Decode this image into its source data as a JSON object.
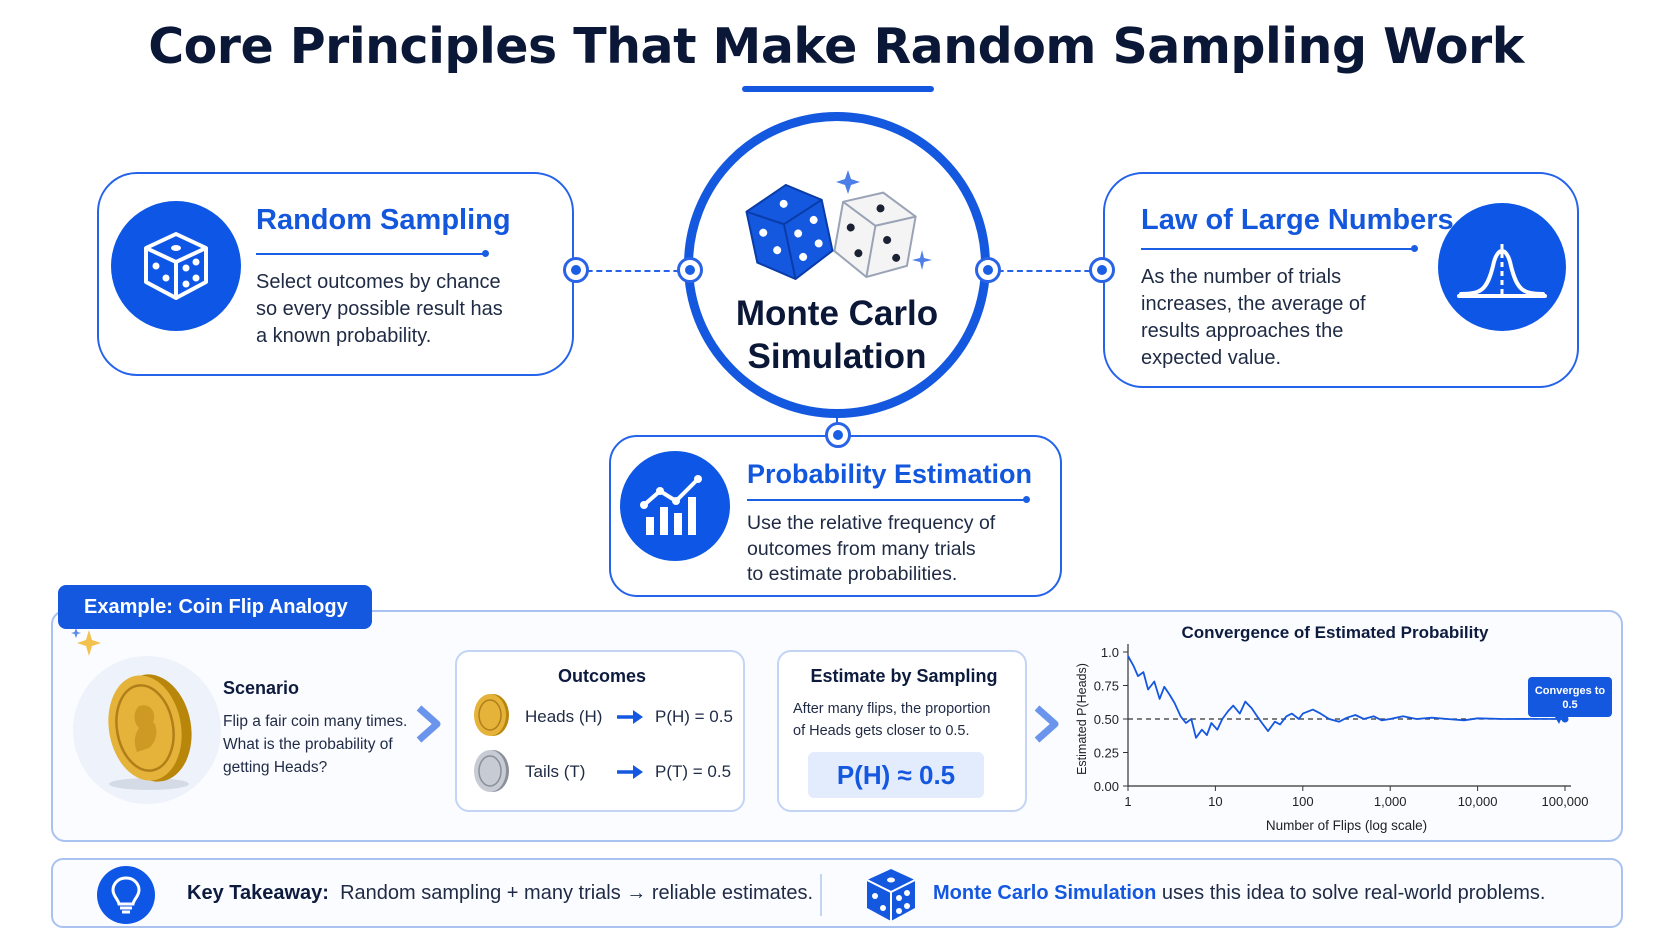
{
  "title": "Core Principles That Make Random Sampling Work",
  "center": {
    "title_line1": "Monte Carlo",
    "title_line2": "Simulation"
  },
  "random_sampling": {
    "heading": "Random Sampling",
    "lines": [
      "Select outcomes by chance",
      "so every possible result has",
      "a known probability."
    ]
  },
  "law_of_large_numbers": {
    "heading": "Law of Large Numbers",
    "lines": [
      "As the number of trials",
      "increases, the average of",
      "results approaches the",
      "expected value."
    ]
  },
  "probability_estimation": {
    "heading": "Probability Estimation",
    "lines": [
      "Use the relative frequency of",
      "outcomes from many trials",
      "to estimate probabilities."
    ]
  },
  "example": {
    "tag": "Example: Coin Flip Analogy",
    "scenario": {
      "heading": "Scenario",
      "lines": [
        "Flip a fair coin many times.",
        "What is the probability of",
        "getting Heads?"
      ]
    },
    "outcomes": {
      "heading": "Outcomes",
      "rows": [
        {
          "label": "Heads (H)",
          "result": "P(H) = 0.5"
        },
        {
          "label": "Tails (T)",
          "result": "P(T) = 0.5"
        }
      ]
    },
    "estimate": {
      "heading": "Estimate by Sampling",
      "lines": [
        "After many flips, the proportion",
        "of Heads gets closer to 0.5."
      ],
      "value": "P(H) ≈ 0.5"
    }
  },
  "chart_data": {
    "type": "line",
    "title": "Convergence of Estimated Probability",
    "xlabel": "Number of Flips (log scale)",
    "ylabel": "Estimated P(Heads)",
    "x_scale": "log",
    "xlim": [
      1,
      100000
    ],
    "ylim": [
      0,
      1.0
    ],
    "x_ticks": [
      "1",
      "10",
      "100",
      "1,000",
      "10,000",
      "100,000"
    ],
    "x_tick_values": [
      1,
      10,
      100,
      1000,
      10000,
      100000
    ],
    "y_ticks": [
      "0.00",
      "0.25",
      "0.50",
      "0.75",
      "1.0"
    ],
    "y_tick_values": [
      0,
      0.25,
      0.5,
      0.75,
      1.0
    ],
    "reference_line": 0.5,
    "annotation": "Converges to 0.5",
    "series": [
      {
        "color": "#1458e0",
        "x": [
          1,
          1.15,
          1.3,
          1.5,
          1.7,
          2,
          2.3,
          2.6,
          3,
          3.4,
          4,
          4.6,
          5.3,
          6,
          7,
          8,
          9,
          10.5,
          12,
          14,
          16,
          19,
          22,
          26,
          30,
          35,
          40,
          48,
          55,
          65,
          75,
          90,
          100,
          130,
          160,
          200,
          260,
          320,
          400,
          500,
          650,
          800,
          1000,
          1400,
          2000,
          3000,
          4500,
          7000,
          10000,
          20000,
          40000,
          100000
        ],
        "y": [
          0.97,
          0.9,
          0.82,
          0.85,
          0.72,
          0.78,
          0.65,
          0.74,
          0.68,
          0.62,
          0.52,
          0.47,
          0.5,
          0.36,
          0.42,
          0.38,
          0.47,
          0.42,
          0.5,
          0.56,
          0.6,
          0.54,
          0.63,
          0.58,
          0.52,
          0.46,
          0.41,
          0.48,
          0.46,
          0.52,
          0.54,
          0.5,
          0.54,
          0.57,
          0.54,
          0.5,
          0.48,
          0.51,
          0.53,
          0.5,
          0.52,
          0.49,
          0.5,
          0.52,
          0.5,
          0.51,
          0.5,
          0.49,
          0.505,
          0.5,
          0.501,
          0.5
        ]
      }
    ]
  },
  "takeaway": {
    "label": "Key Takeaway:",
    "text": "Random sampling + many trials → reliable estimates.",
    "mc_bold": "Monte Carlo Simulation",
    "mc_rest": "uses this idea to solve real-world problems."
  },
  "colors": {
    "primary": "#1458e0",
    "border": "#2563eb",
    "light_fill": "#e3ecfd",
    "heading_dark": "#0b1736"
  },
  "icons": [
    "dice-icon",
    "bell-curve-icon",
    "bar-chart-icon",
    "coin-icon",
    "lightbulb-icon",
    "sparkle-icon"
  ]
}
